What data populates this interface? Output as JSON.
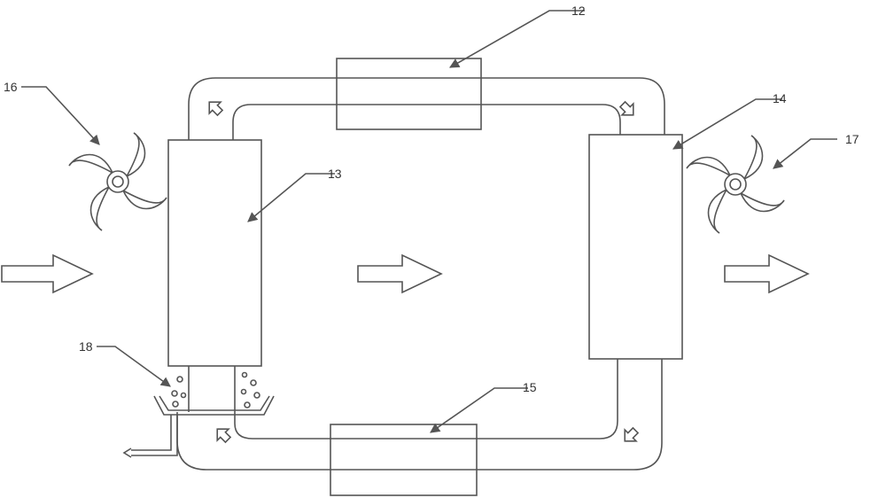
{
  "labels": {
    "unit_12": "12",
    "unit_13": "13",
    "unit_14": "14",
    "unit_15": "15",
    "fan_16": "16",
    "fan_17": "17",
    "tray_18": "18"
  },
  "colors": {
    "stroke": "#555555",
    "background": "#ffffff"
  },
  "icons": [
    "flow-arrow-icon",
    "fan-icon",
    "drain-tray-icon"
  ]
}
